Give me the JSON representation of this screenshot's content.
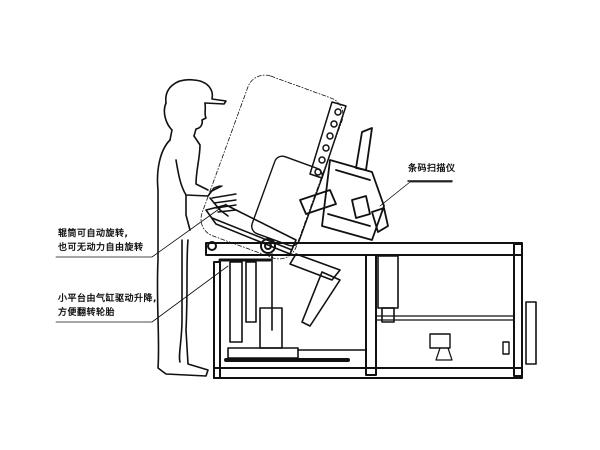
{
  "diagram": {
    "type": "mechanical line drawing",
    "subject": "tire inspection / flipping station with operator",
    "annotations": [
      {
        "id": "roller",
        "lines": [
          "辊筒可自动旋转,",
          "也可无动力自由旋转"
        ]
      },
      {
        "id": "platform",
        "lines": [
          "小平台由气缸驱动升降,",
          "方便翻转轮胎"
        ]
      },
      {
        "id": "scanner",
        "lines": [
          "条码扫描仪"
        ]
      }
    ],
    "colors": {
      "line": "#111111",
      "background": "#ffffff"
    }
  }
}
